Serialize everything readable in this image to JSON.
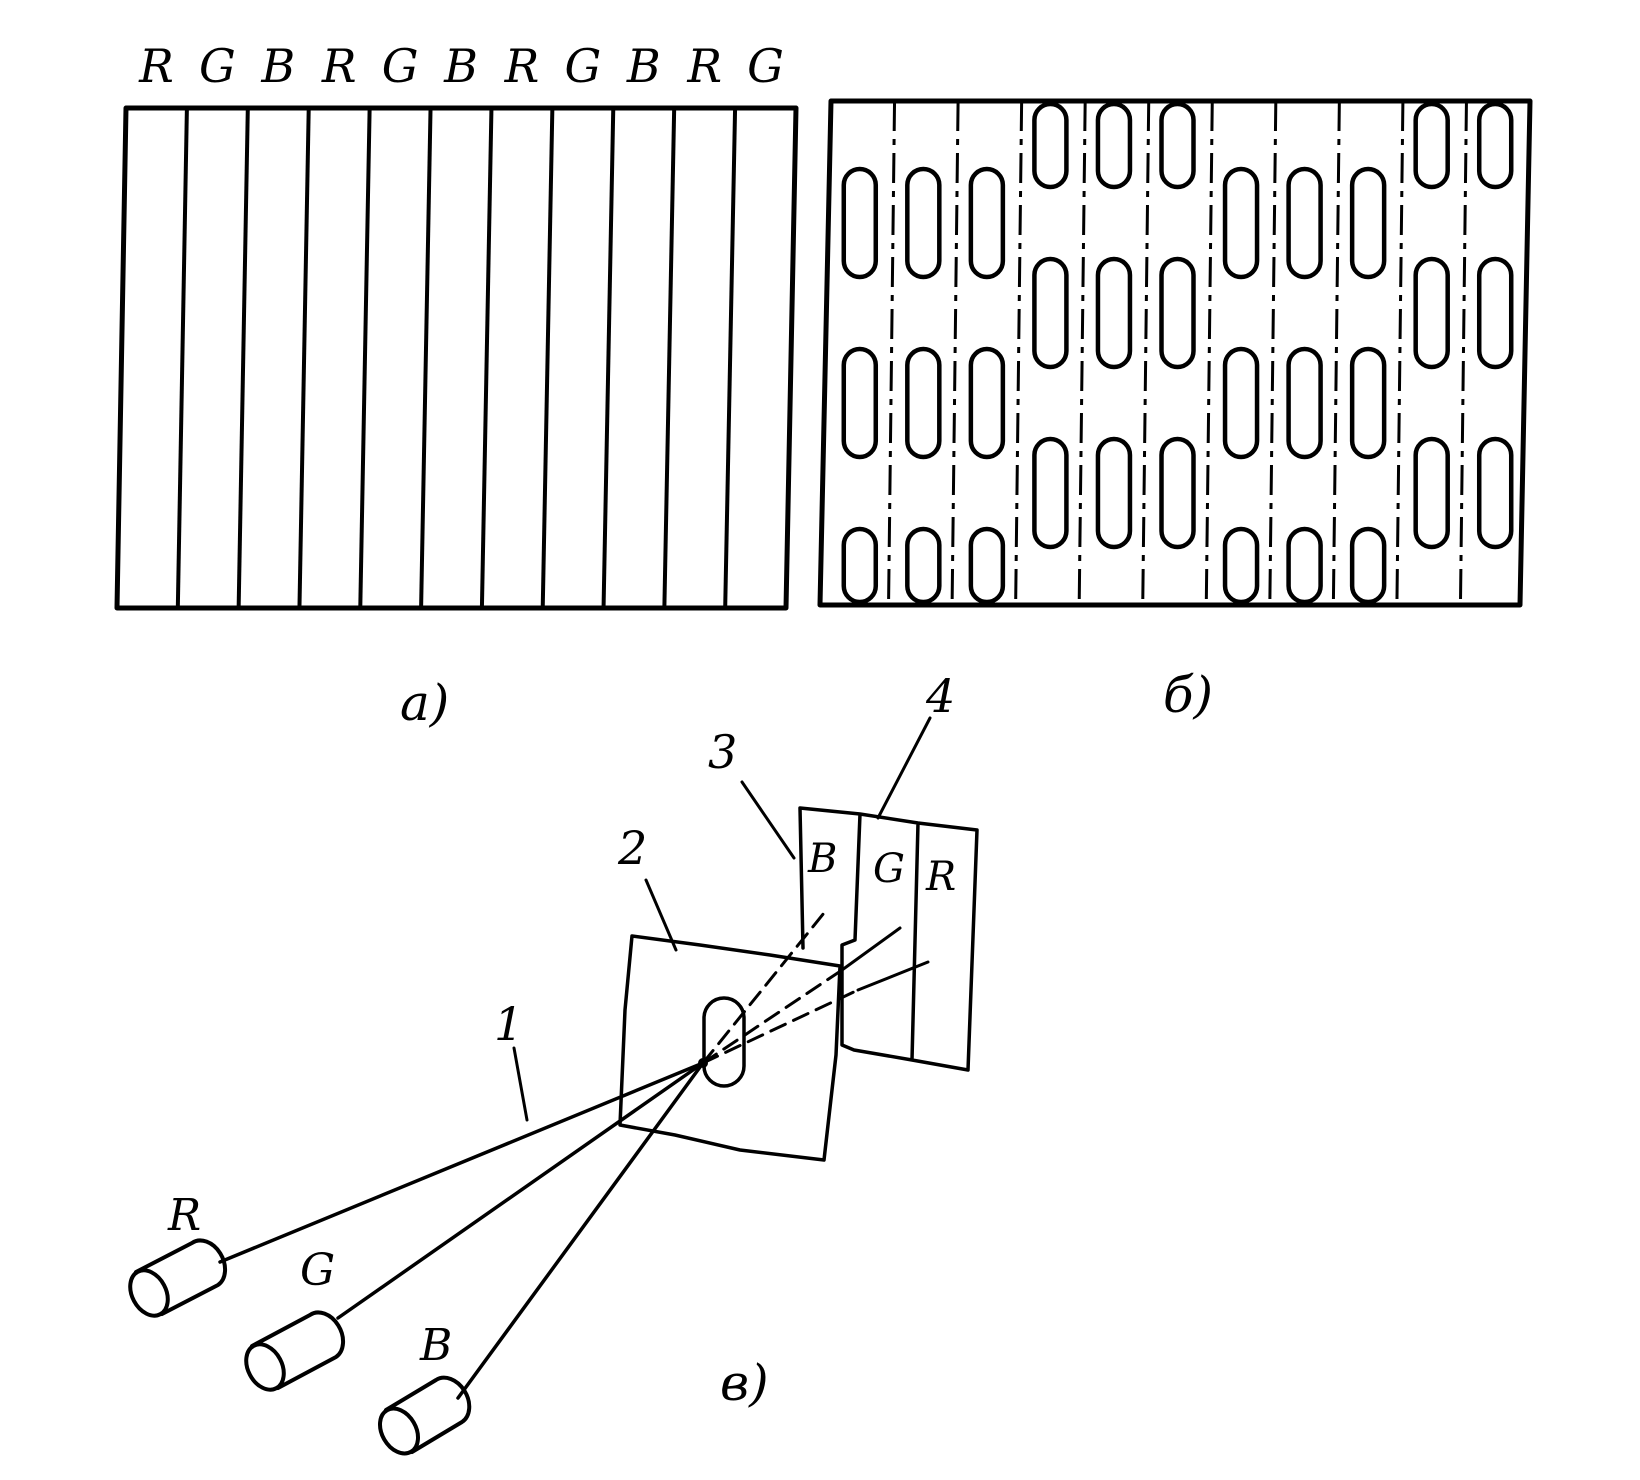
{
  "panel_a": {
    "stripe_labels": [
      "R",
      "G",
      "B",
      "R",
      "G",
      "B",
      "R",
      "G",
      "B",
      "R",
      "G"
    ],
    "caption": "а)"
  },
  "panel_b": {
    "caption": "б)"
  },
  "panel_c": {
    "caption": "в)",
    "callouts": [
      "1",
      "2",
      "3",
      "4"
    ],
    "screen_strip_labels": [
      "B",
      "G",
      "R"
    ],
    "gun_labels": [
      "R",
      "G",
      "B"
    ]
  },
  "colors": {
    "ink": "#000000",
    "paper": "#ffffff"
  }
}
